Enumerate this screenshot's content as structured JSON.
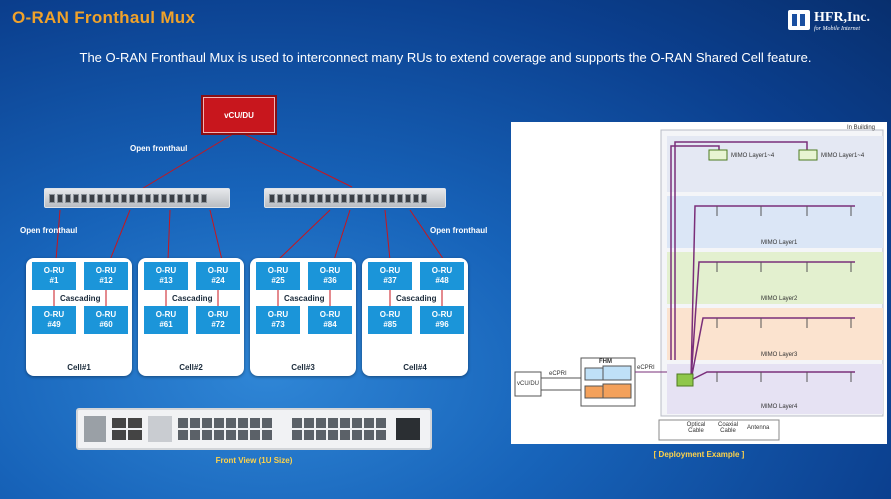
{
  "header": {
    "title": "O-RAN Fronthaul Mux",
    "logo_text": "HFR,Inc.",
    "logo_subtext": "for Mobile Internet",
    "subtitle": "The O-RAN Fronthaul Mux is used to interconnect many RUs to extend coverage and supports the O-RAN Shared Cell feature."
  },
  "topology": {
    "vcu_label": "vCU/DU",
    "open_fronthaul_top": "Open fronthaul",
    "open_fronthaul_left": "Open fronthaul",
    "open_fronthaul_right": "Open fronthaul",
    "cascading_label": "Cascading",
    "cells": [
      {
        "name": "Cell#1",
        "rus": [
          [
            "O-RU",
            "#1"
          ],
          [
            "O-RU",
            "#12"
          ],
          [
            "O-RU",
            "#49"
          ],
          [
            "O-RU",
            "#60"
          ]
        ]
      },
      {
        "name": "Cell#2",
        "rus": [
          [
            "O-RU",
            "#13"
          ],
          [
            "O-RU",
            "#24"
          ],
          [
            "O-RU",
            "#61"
          ],
          [
            "O-RU",
            "#72"
          ]
        ]
      },
      {
        "name": "Cell#3",
        "rus": [
          [
            "O-RU",
            "#25"
          ],
          [
            "O-RU",
            "#36"
          ],
          [
            "O-RU",
            "#73"
          ],
          [
            "O-RU",
            "#84"
          ]
        ]
      },
      {
        "name": "Cell#4",
        "rus": [
          [
            "O-RU",
            "#37"
          ],
          [
            "O-RU",
            "#48"
          ],
          [
            "O-RU",
            "#85"
          ],
          [
            "O-RU",
            "#96"
          ]
        ]
      }
    ]
  },
  "front_view": {
    "caption": "Front View (1U Size)"
  },
  "deployment": {
    "caption": "[ Deployment Example ]",
    "in_building": "In Building",
    "layers": [
      "MIMO Layer1~4",
      "MIMO Layer1~4",
      "MIMO Layer1",
      "MIMO Layer2",
      "MIMO Layer3",
      "MIMO Layer4"
    ],
    "vcu": "vCU/DU",
    "fhm": "FHM",
    "cpri": "eCPRI",
    "legend_optical": "Optical Cable",
    "legend_coaxial": "Coaxial Cable",
    "legend_antenna": "Antenna",
    "colors": {
      "layer1": "#dbe6f6",
      "layer2": "#e3f0cf",
      "layer3": "#fbe3cf",
      "layer4": "#e6e2f3",
      "top": "#e4e8f3",
      "cable": "#7a2f7a"
    }
  }
}
